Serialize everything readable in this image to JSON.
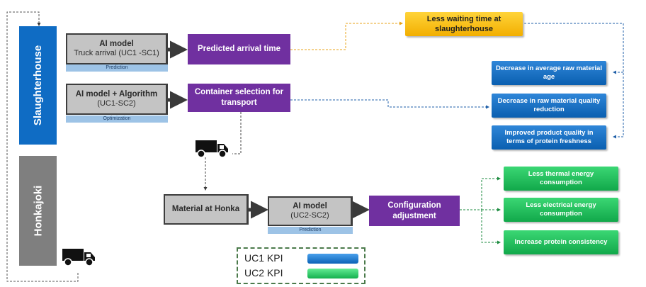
{
  "sections": {
    "slaughterhouse": "Slaughterhouse",
    "honkajoki": "Honkajoki"
  },
  "models": {
    "uc1_sc1": {
      "title": "AI model",
      "subtitle": "Truck arrival (UC1 -SC1)",
      "tag": "Prediction"
    },
    "uc1_sc2": {
      "title": "AI model + Algorithm",
      "subtitle": "(UC1-SC2)",
      "tag": "Optimization"
    },
    "uc2_sc2": {
      "title": "AI model",
      "subtitle": "(UC2-SC2)",
      "tag": "Prediction"
    }
  },
  "material": "Material at Honka",
  "outputs": {
    "predicted_arrival": "Predicted arrival time",
    "container_selection": "Container selection for transport",
    "configuration": "Configuration adjustment"
  },
  "kpis_uc1": {
    "waiting": "Less waiting time at slaughterhouse",
    "raw_age": "Decrease in average raw material age",
    "quality": "Decrease in raw material quality reduction",
    "freshness": "Improved product quality in terms of protein freshness"
  },
  "kpis_uc2": {
    "thermal": "Less thermal energy consumption",
    "electrical": "Less electrical energy consumption",
    "protein": "Increase protein consistency"
  },
  "legend": {
    "uc1": "UC1 KPI",
    "uc2": "UC2 KPI"
  },
  "colors": {
    "uc1_kpi": "#0f6cc4",
    "uc2_kpi": "#1bbf57",
    "output": "#7030a0",
    "slaughterhouse": "#0f6cc4",
    "honkajoki": "#7f7f7f"
  },
  "icons": {
    "truck_1": "truck-icon",
    "truck_2": "truck-icon"
  }
}
